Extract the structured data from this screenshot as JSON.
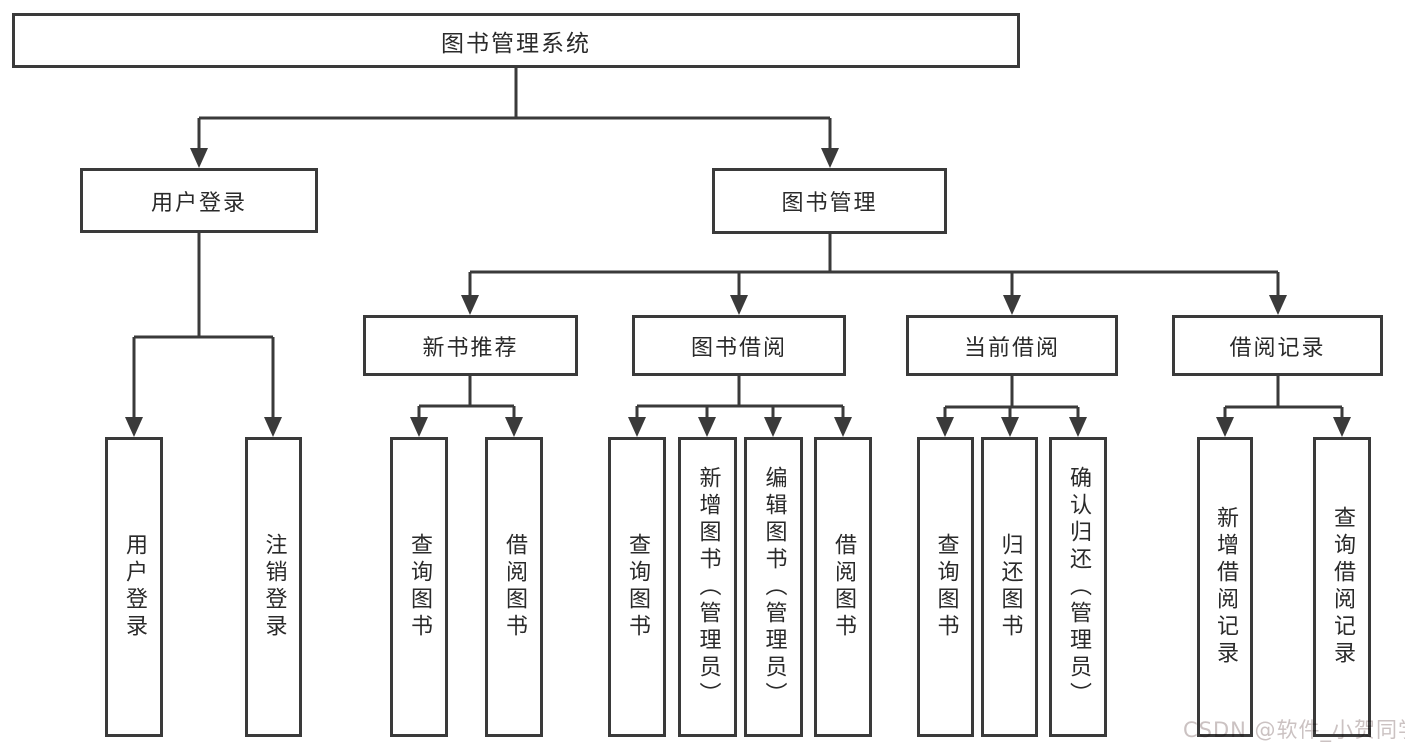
{
  "colors": {
    "line": "#3a3a3a",
    "text": "#2a2a2a",
    "watermark": "#cbc2c2",
    "background": "#ffffff"
  },
  "tree": {
    "label": "图书管理系统",
    "children": [
      {
        "label": "用户登录",
        "children": [
          {
            "label": "用户登录"
          },
          {
            "label": "注销登录"
          }
        ]
      },
      {
        "label": "图书管理",
        "children": [
          {
            "label": "新书推荐",
            "children": [
              {
                "label": "查询图书"
              },
              {
                "label": "借阅图书"
              }
            ]
          },
          {
            "label": "图书借阅",
            "children": [
              {
                "label": "查询图书"
              },
              {
                "label": "新增图书（管理员）"
              },
              {
                "label": "编辑图书（管理员）"
              },
              {
                "label": "借阅图书"
              }
            ]
          },
          {
            "label": "当前借阅",
            "children": [
              {
                "label": "查询图书"
              },
              {
                "label": "归还图书"
              },
              {
                "label": "确认归还（管理员）"
              }
            ]
          },
          {
            "label": "借阅记录",
            "children": [
              {
                "label": "新增借阅记录"
              },
              {
                "label": "查询借阅记录"
              }
            ]
          }
        ]
      }
    ]
  },
  "watermark": {
    "text": "CSDN @软件_小贺同学"
  }
}
